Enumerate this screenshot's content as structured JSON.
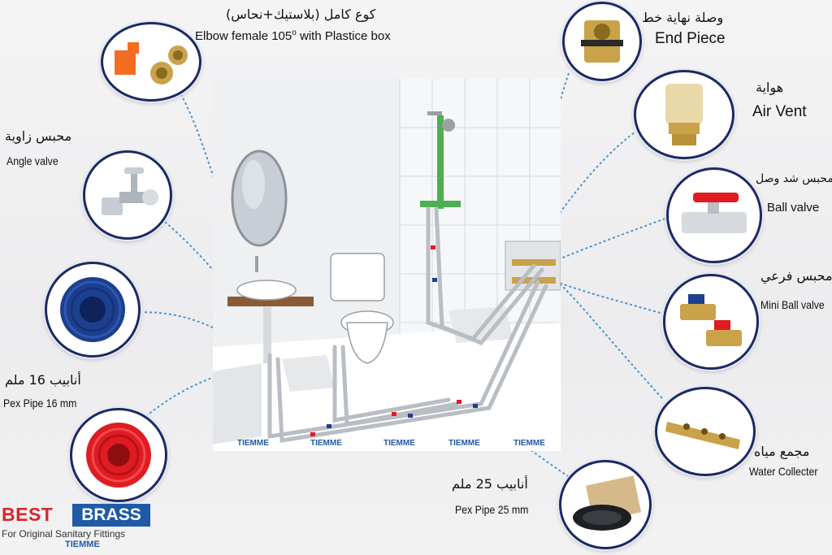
{
  "labels": {
    "elbow_ar": "كوع كامل (بلاستيك+نحاس)",
    "elbow_en_pre": "Elbow female 105",
    "elbow_en_deg": "o",
    "elbow_en_post": " with Plastice box",
    "end_piece_ar": "وصلة نهاية خط",
    "end_piece_en": "End Piece",
    "air_vent_ar": "هواية",
    "air_vent_en": "Air Vent",
    "ball_valve_ar": "محبس شد وصل",
    "ball_valve_en": "Ball valve",
    "mini_ball_ar": "محبس فرعي",
    "mini_ball_en": "Mini Ball valve",
    "angle_valve_ar": "محبس زاوية",
    "angle_valve_en": "Angle valve",
    "pex16_ar": "أنابيب 16 ملم",
    "pex16_en": "Pex Pipe 16 mm",
    "pex25_ar": "أنابيب 25 ملم",
    "pex25_en": "Pex Pipe 25 mm",
    "collector_ar": "مجمع مياه",
    "collector_en": "Water Collecter"
  },
  "brand": {
    "best": "BEST",
    "brass": "BRASS",
    "tagline": "For Original Sanitary Fittings",
    "tiemme": "TIEMME"
  },
  "watermarks": [
    "TIEMME",
    "TIEMME",
    "TIEMME",
    "TIEMME",
    "TIEMME"
  ],
  "colors": {
    "ring": "#1b2a63",
    "brand_red": "#d8262b",
    "brand_blue": "#1f5aa7",
    "pipe_blue": "#1c3f8f",
    "pipe_red": "#e01b22",
    "brass": "#c9a24a"
  }
}
